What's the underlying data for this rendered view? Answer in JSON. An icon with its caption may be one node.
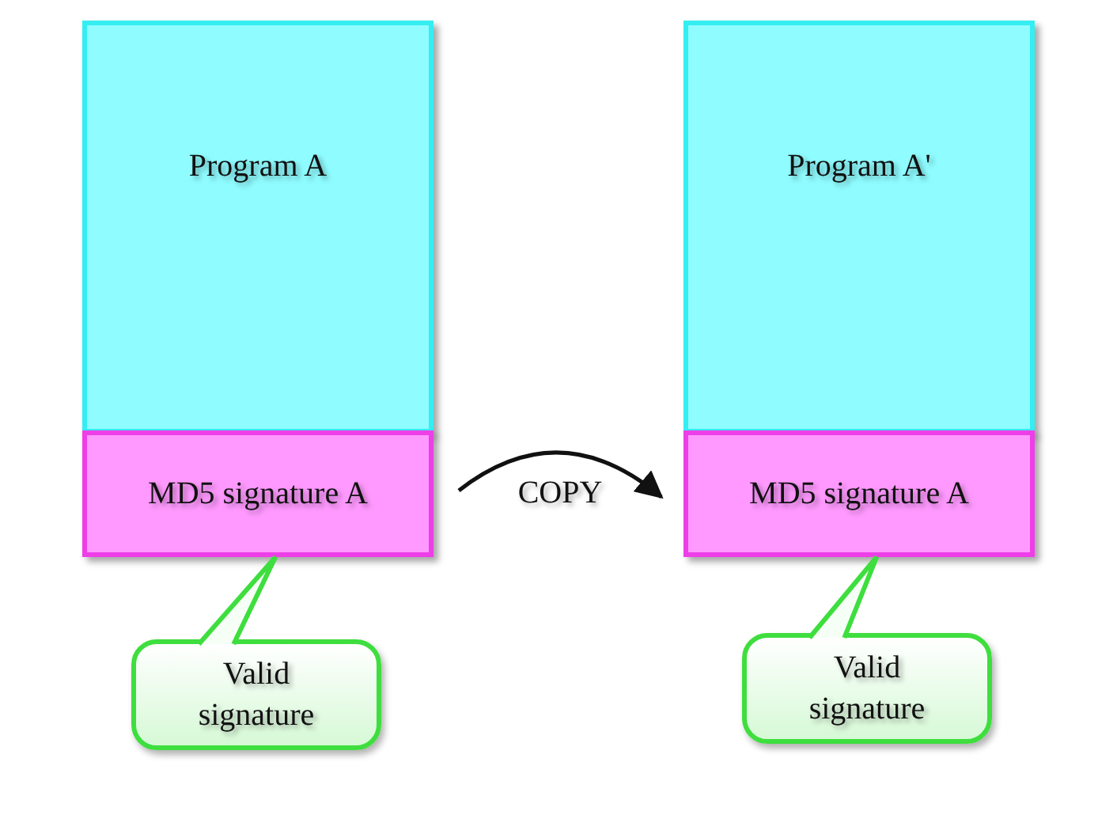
{
  "diagram": {
    "nodes": [
      {
        "text": [
          "Program A"
        ]
      },
      {
        "text": [
          "MD5 signature A"
        ]
      },
      {
        "text": [
          "Valid signature"
        ]
      },
      {
        "text": [
          "Program A'"
        ]
      },
      {
        "text": [
          "MD5 signature A"
        ]
      },
      {
        "text": [
          "Valid signature"
        ]
      }
    ],
    "edges": [
      {
        "from": 1,
        "to": 4,
        "arrow": "to",
        "label": "COPY",
        "color": "#111111"
      },
      {
        "from": 2,
        "to": 1,
        "arrow": "to",
        "color": "#3ede3e"
      },
      {
        "from": 5,
        "to": 4,
        "arrow": "to",
        "color": "#3ede3e"
      }
    ]
  }
}
